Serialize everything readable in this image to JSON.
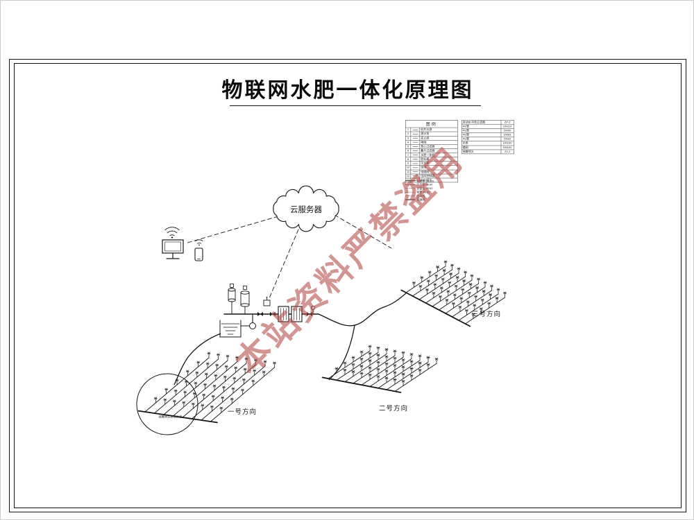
{
  "title": "物联网水肥一体化原理图",
  "watermark": "本站资料严禁盗用",
  "cloud": {
    "label": "云服务器"
  },
  "fields": [
    {
      "label": "一号方向"
    },
    {
      "label": "二号方向"
    },
    {
      "label": "三号方向"
    }
  ],
  "detail": {
    "note": "摇臂喷头安装示意"
  },
  "legend": {
    "title": "图例",
    "rows": [
      {
        "no": "1",
        "name": "机井水源"
      },
      {
        "no": "2",
        "name": "潜水泵"
      },
      {
        "no": "3",
        "name": "逆止阀"
      },
      {
        "no": "4",
        "name": "闸阀"
      },
      {
        "no": "5",
        "name": "离心过滤器"
      },
      {
        "no": "6",
        "name": "叠片过滤器"
      },
      {
        "no": "7",
        "name": "水肥一体机"
      },
      {
        "no": "8",
        "name": "肥料桶"
      },
      {
        "no": "9",
        "name": "压力表"
      },
      {
        "no": "10",
        "name": "球阀"
      },
      {
        "no": "11",
        "name": "电磁阀"
      },
      {
        "no": "12",
        "name": "田间控制器"
      },
      {
        "no": "13",
        "name": "360°喷头"
      }
    ],
    "notes": [
      {
        "style": "solid-thick",
        "label": "主管道 PE110"
      },
      {
        "style": "solid",
        "label": "分干管 PE90"
      },
      {
        "style": "dashed",
        "label": "支管道 PE63"
      },
      {
        "style": "dotted",
        "label": "毛管 PE32"
      },
      {
        "style": "dashdot",
        "label": "信号线"
      },
      {
        "style": "double",
        "label": "电源线"
      }
    ]
  },
  "parts": {
    "rows": [
      {
        "name": "自动反冲洗过滤器",
        "spec": "ZP-2"
      },
      {
        "name": "PE管",
        "spec": "DN110"
      },
      {
        "name": "PE管",
        "spec": "DN90"
      },
      {
        "name": "PE管",
        "spec": "DN63"
      },
      {
        "name": "PE管",
        "spec": "DN32"
      },
      {
        "name": "水表",
        "spec": "DN100"
      },
      {
        "name": "蝶阀",
        "spec": "DN100"
      },
      {
        "name": "摇臂喷头",
        "spec": "ZY-2"
      }
    ]
  }
}
